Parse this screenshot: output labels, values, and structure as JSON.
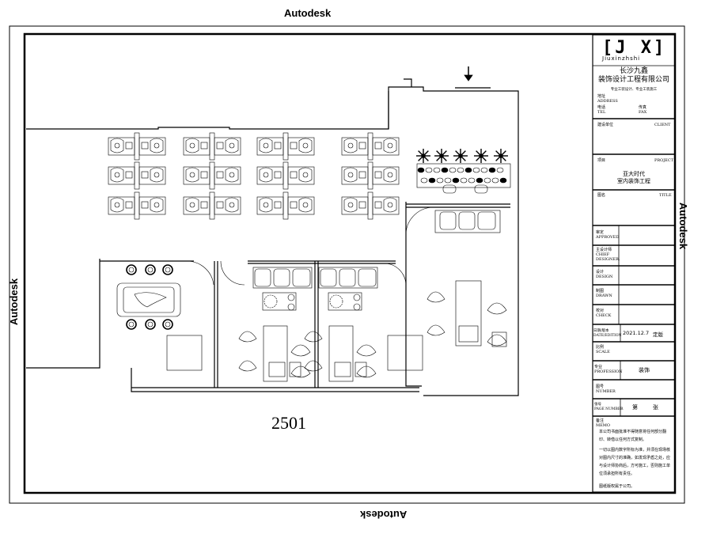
{
  "watermark": "Autodesk",
  "room_number": "2501",
  "title_block": {
    "logo": "[J X]",
    "logo_sub": "Jiuxinzhshi",
    "company_line1": "长沙九鑫",
    "company_line2": "装饰设计工程有限公司",
    "slogan": "专业工装设计、专业工装施工",
    "address_label": "地址\nADDRESS",
    "tel_label": "电话\nTEL",
    "fax_label": "传真\nFAX",
    "client_label": "建设单位",
    "client_label_en": "CLIENT",
    "project_label": "项目",
    "project_label_en": "PROJECT",
    "project_name_1": "亚大时代",
    "project_name_2": "室内装饰工程",
    "drawing_label": "图名",
    "drawing_label_en": "TITLE",
    "approved_label": "审定\nAPPROVED",
    "chief_label": "主设计师\nCHIEF\nDESIGNER.",
    "design_label": "设计\nDESIGN",
    "drawn_label": "制图\nDRAWN",
    "check_label": "校对\nCHECK",
    "date_label": "日期/版本\nDATE/EDITION",
    "date_value": "2021.12.7",
    "edition_value": "定版",
    "scale_label": "比例\nSCALE",
    "profession_label": "专业\nPROFESSION",
    "profession_value": "装饰",
    "number_label": "图号\nNUMBER",
    "page_label": "张号\nPAGE NUMBER",
    "page_value_1": "第",
    "page_value_2": "张",
    "memo_label": "备注\nMEMO",
    "memo_1": "本公司书面批准不得随意将任何部分翻印、转借以任何方式复制。",
    "memo_2": "一切以图内数字所标为准，并须在现场核对图内尺寸的准确，如发现矛盾之处，应与设计师协商后，方可施工，否则施工单位须承担所有责任。",
    "memo_3": "图纸版权属于公司。"
  }
}
